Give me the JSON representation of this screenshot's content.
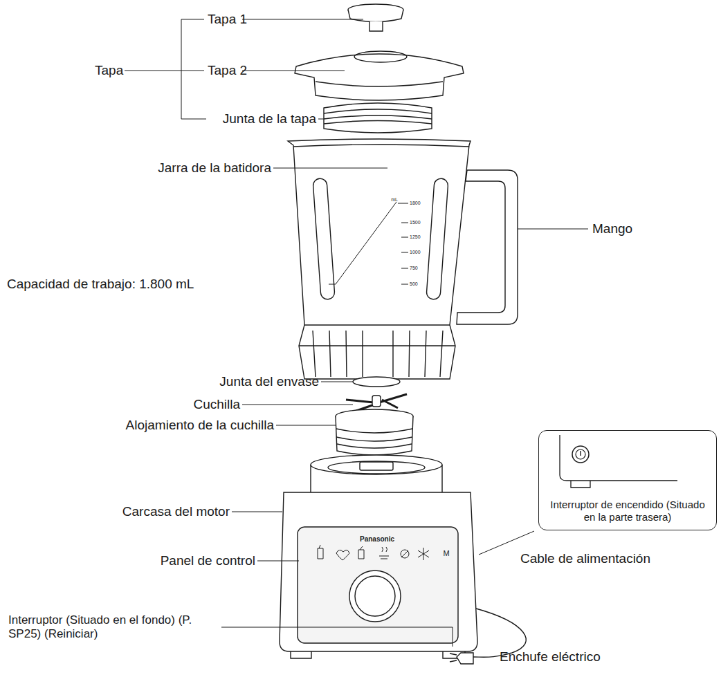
{
  "diagram": {
    "nodes": [
      {
        "text": [
          "Interruptor de encendido (Situado en la parte trasera)"
        ]
      }
    ],
    "labels": [
      "Tapa 1",
      "Tapa 2",
      "Tapa",
      "Junta de la tapa",
      "Jarra de la batidora",
      "mL",
      "1800",
      "1500",
      "1250",
      "1000",
      "750",
      "500",
      "Mango",
      "Capacidad de trabajo: 1.800 mL",
      "Junta del envase",
      "Cuchilla",
      "Alojamiento de la cuchilla",
      "Carcasa del motor",
      "Panasonic",
      "Panel de control",
      "M",
      "Cable de alimentación",
      "Interruptor (Situado en el fondo) (P. SP25) (Reiniciar)",
      "Enchufe eléctrico"
    ]
  }
}
